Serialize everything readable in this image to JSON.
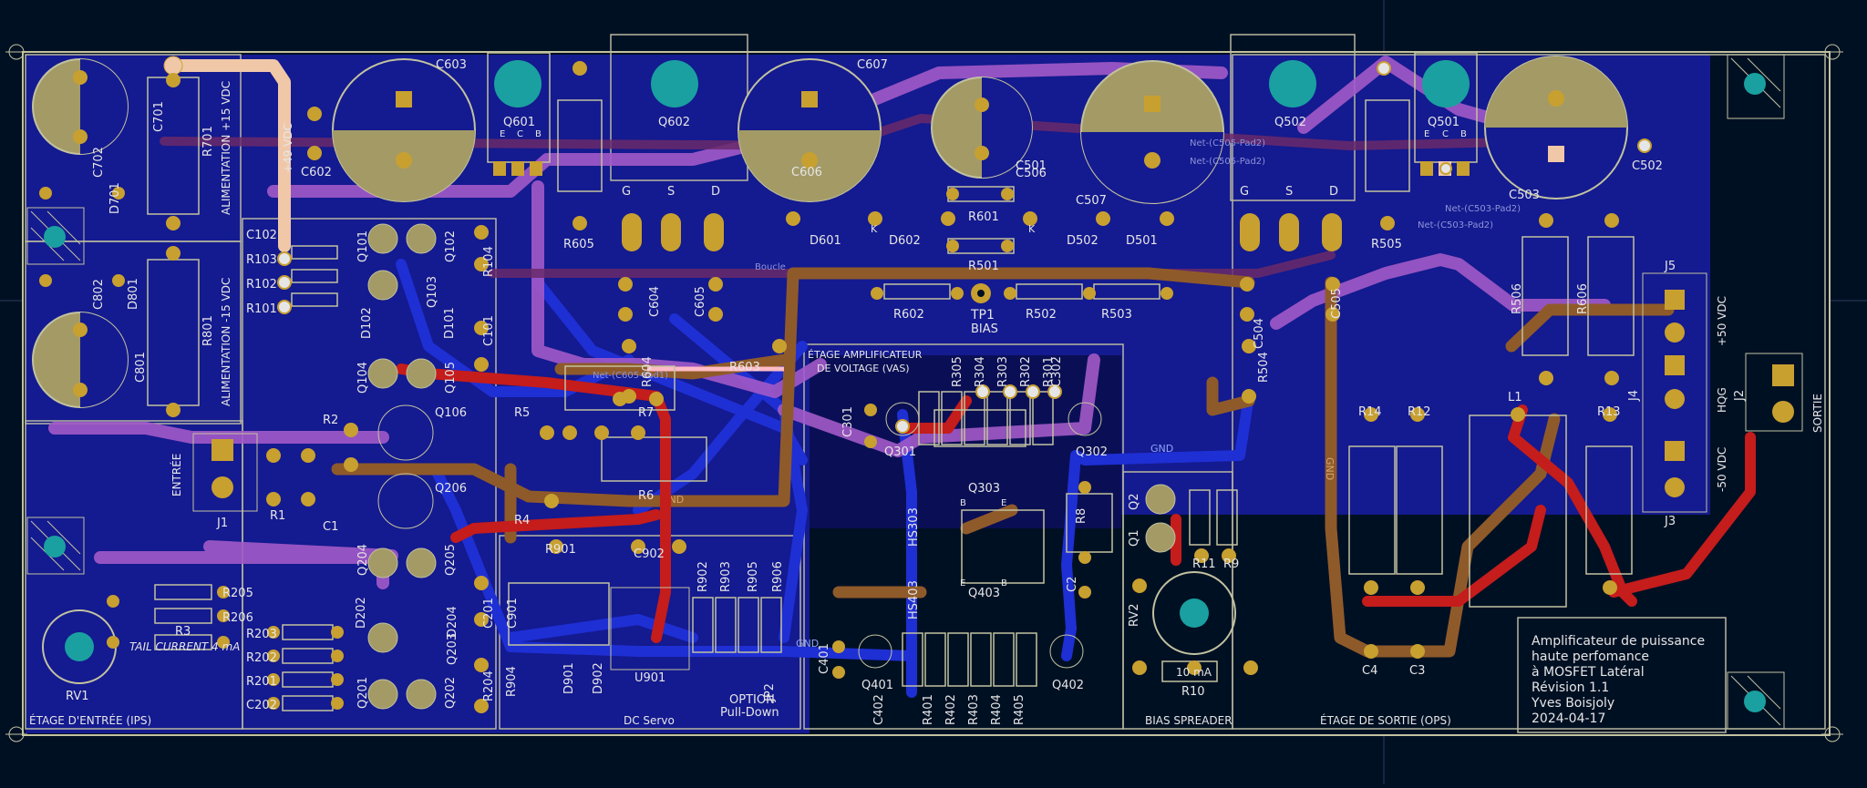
{
  "colors": {
    "background": "#001023",
    "board_fill": "#141a8f",
    "outline": "#c2c2a0",
    "front_copper": "#c51c1c",
    "back_copper": "#1e2fd4",
    "inner_purple": "#a25ac8",
    "inner_brown": "#8f5a2a",
    "pad": "#c8a030",
    "silk": "#e6e6e6",
    "cap_fill": "#a39a66",
    "teal": "#1aa0a0"
  },
  "sections": {
    "ips": "ÉTAGE D'ENTRÉE (IPS)",
    "dc_servo": "DC Servo",
    "vas_line1": "ÉTAGE AMPLIFICATEUR",
    "vas_line2": "DE VOLTAGE (VAS)",
    "bias_spreader": "BIAS SPREADER",
    "ops": "ÉTAGE DE SORTIE (OPS)",
    "supply_pos": "ALIMENTATION +15 VDC",
    "supply_neg": "ALIMENTATION -15 VDC"
  },
  "title_block": {
    "line1": "Amplificateur de puissance",
    "line2": "haute perfomance",
    "line3": "à MOSFET Latéral",
    "line4": "Révision 1.1",
    "line5": "Yves Boisjoly",
    "line6": "2024-04-17"
  },
  "notes": {
    "tail_current": "TAIL CURRENT 4 mA",
    "option_line1": "OPTION",
    "option_line2": "Pull-Down",
    "bias_current": "10 mA",
    "plus49": "+49 VDC",
    "tp1_name": "TP1",
    "tp1_label": "BIAS",
    "entree": "ENTRÉE",
    "sortie": "SORTIE",
    "pos50": "+50 VDC",
    "hqg": "HQG",
    "neg50": "-50 VDC"
  },
  "nets": {
    "gnd": "GND",
    "bootie": "Boucle",
    "c605": "Net-(C605-Pad1)",
    "c505a": "Net-(C505-Pad2)",
    "c505b": "Net-(C505-Pad2)",
    "c503": "Net-(C503-Pad2)"
  },
  "refs": {
    "c701": "C701",
    "r701": "R701",
    "c702": "C702",
    "d701": "D701",
    "c603": "C603",
    "q601": "Q601",
    "q602": "Q602",
    "c607": "C607",
    "c602": "C602",
    "c606": "C606",
    "c501": "C501",
    "c506": "C506",
    "q502": "Q502",
    "q501": "Q501",
    "c502": "C502",
    "c503": "C503",
    "r605": "R605",
    "r505": "R505",
    "r601": "R601",
    "r501": "R501",
    "c507": "C507",
    "d601": "D601",
    "d602": "D602",
    "d502": "D502",
    "d501": "D501",
    "c102": "C102",
    "r103": "R103",
    "r102": "R102",
    "r101": "R101",
    "q101": "Q101",
    "q102": "Q102",
    "q103": "Q103",
    "r104": "R104",
    "d101": "D101",
    "d102": "D102",
    "c101": "C101",
    "q104": "Q104",
    "q105": "Q105",
    "q106": "Q106",
    "q206": "Q206",
    "r2": "R2",
    "r1": "R1",
    "c1": "C1",
    "r5": "R5",
    "r7": "R7",
    "r6": "R6",
    "r4": "R4",
    "j1": "J1",
    "c802": "C802",
    "d801": "D801",
    "c801": "C801",
    "r801": "R801",
    "c604": "C604",
    "c605": "C605",
    "r604": "R604",
    "r603": "R603",
    "r602": "R602",
    "r502": "R502",
    "r503": "R503",
    "c504": "C504",
    "c505": "C505",
    "r504": "R504",
    "r506": "R506",
    "r606": "R606",
    "j5": "J5",
    "j4": "J4",
    "j3": "J3",
    "j2": "J2",
    "r14": "R14",
    "r12": "R12",
    "l1": "L1",
    "r13": "R13",
    "c4": "C4",
    "c3": "C3",
    "r305": "R305",
    "r304": "R304",
    "r303": "R303",
    "r302": "R302",
    "r301": "R301",
    "c302": "C302",
    "c301": "C301",
    "q301": "Q301",
    "q302": "Q302",
    "q303": "Q303",
    "q403": "Q403",
    "hs303": "HS303",
    "hs403": "HS403",
    "r8": "R8",
    "c2": "C2",
    "q2": "Q2",
    "q1": "Q1",
    "r11": "R11",
    "r9": "R9",
    "rv2": "RV2",
    "r10": "R10",
    "r901": "R901",
    "c902": "C902",
    "c901": "C901",
    "r902": "R902",
    "r903": "R903",
    "r905": "R905",
    "r906": "R906",
    "u901": "U901",
    "r904": "R904",
    "d901": "D901",
    "d902": "D902",
    "jp2": "JP2",
    "c401": "C401",
    "q401": "Q401",
    "q402": "Q402",
    "c402": "C402",
    "r401": "R401",
    "r402": "R402",
    "r403": "R403",
    "r404": "R404",
    "r405": "R405",
    "q204": "Q204",
    "q205": "Q205",
    "d202": "D202",
    "d204": "D204",
    "c201": "C201",
    "q203": "Q203",
    "q201": "Q201",
    "q202": "Q202",
    "r204": "R204",
    "r205": "R205",
    "r206": "R206",
    "r3": "R3",
    "r203": "R203",
    "r202": "R202",
    "r201": "R201",
    "c202": "C202",
    "rv1": "RV1",
    "k": "K",
    "g": "G",
    "s": "S",
    "d": "D",
    "e": "E",
    "c": "C",
    "b": "B"
  }
}
